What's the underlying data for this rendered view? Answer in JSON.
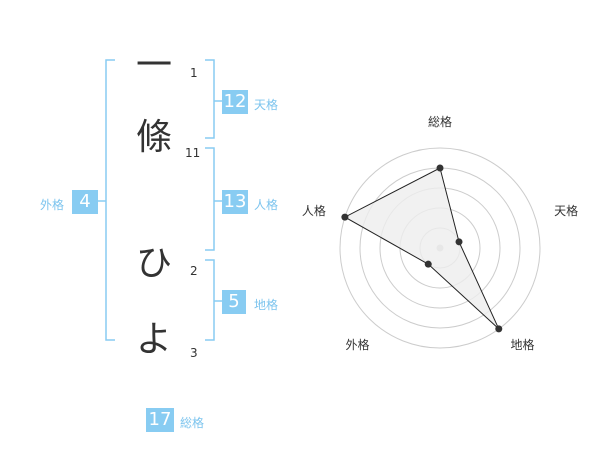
{
  "name": {
    "characters": [
      {
        "char": "一",
        "strokes": "1"
      },
      {
        "char": "條",
        "strokes": "11"
      },
      {
        "char": "ひ",
        "strokes": "2"
      },
      {
        "char": "よ",
        "strokes": "3"
      }
    ]
  },
  "fortunes": {
    "tenkaku": {
      "value": "12",
      "label": "天格"
    },
    "jinkaku": {
      "value": "13",
      "label": "人格"
    },
    "chikaku": {
      "value": "5",
      "label": "地格"
    },
    "gaikaku": {
      "value": "4",
      "label": "外格"
    },
    "soukaku": {
      "value": "17",
      "label": "総格"
    }
  },
  "colors": {
    "bracket": "#88ccf2",
    "box": "#88ccf2",
    "label": "#7cc4ee",
    "grid": "#cccccc",
    "polygon_fill": "#eeeeee",
    "polygon_stroke": "#222222"
  },
  "chart_data": {
    "type": "radar",
    "axes": [
      "総格",
      "天格",
      "地格",
      "外格",
      "人格"
    ],
    "values": [
      4,
      1,
      5,
      1,
      5
    ],
    "max": 5
  }
}
